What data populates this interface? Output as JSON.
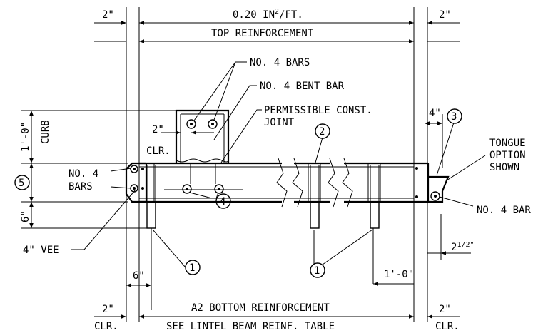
{
  "labels": {
    "top_left_2in": "2\"",
    "top_right_2in": "2\"",
    "top_area": "0.20 IN",
    "top_area_sup": "2",
    "top_area_unit": "/FT.",
    "top_reinforcement": "TOP REINFORCEMENT",
    "no4_bars_top": "NO. 4 BARS",
    "no4_bent_bar": "NO. 4 BENT BAR",
    "permissible_line1": "PERMISSIBLE CONST.",
    "permissible_line2": "JOINT",
    "curb_dim": "1'-0\"",
    "curb": "CURB",
    "curb_clr_2in": "2\"",
    "curb_clr": "CLR.",
    "right_4in": "4\"",
    "tongue_line1": "TONGUE",
    "tongue_line2": "OPTION",
    "tongue_line3": "SHOWN",
    "no4_bars_left_1": "NO. 4",
    "no4_bars_left_2": "BARS",
    "dim_6in_left": "6\"",
    "no4_bar_right": "NO. 4 BAR",
    "vee_4in": "4\"  VEE",
    "dim_2_5": "2",
    "dim_2_5_frac": "1/2\"",
    "dim_6in_bottom": "6\"",
    "dim_1ft_bottom": "1'-0\"",
    "bottom_left_2in": "2\"",
    "bottom_right_2in": "2\"",
    "bottom_reinf": "A2 BOTTOM REINFORCEMENT",
    "bottom_clr_left": "CLR.",
    "bottom_see": "SEE LINTEL BEAM REINF. TABLE",
    "bottom_clr_right": "CLR."
  },
  "callouts": [
    "1",
    "1",
    "2",
    "3",
    "4",
    "5"
  ]
}
